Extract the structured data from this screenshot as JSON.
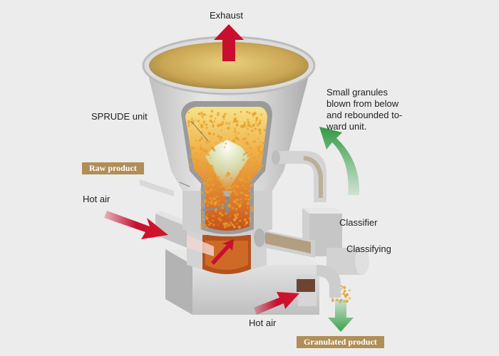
{
  "labels": {
    "exhaust": "Exhaust",
    "sprude_unit": "SPRUDE unit",
    "small_granules": "Small granules\nblown from below\nand rebounded to-\nward unit.",
    "raw_product": "Raw product",
    "hot_air_left": "Hot air",
    "classifier": "Classifier",
    "classifying": "Classifying",
    "hot_air_bottom": "Hot air",
    "granulated_product": "Granulated product"
  },
  "colors": {
    "background": "#ececec",
    "housing": "#d8d8d8",
    "housing_shade": "#b9b9b9",
    "chamber_top": "#f6dc7c",
    "chamber_bottom": "#c8581e",
    "granule": "#e8a02c",
    "hot_air_arrow": "#c8102e",
    "classifier_arrow": "#3aa34a",
    "tag_background": "#b08e58",
    "spray": "#dff5df"
  }
}
